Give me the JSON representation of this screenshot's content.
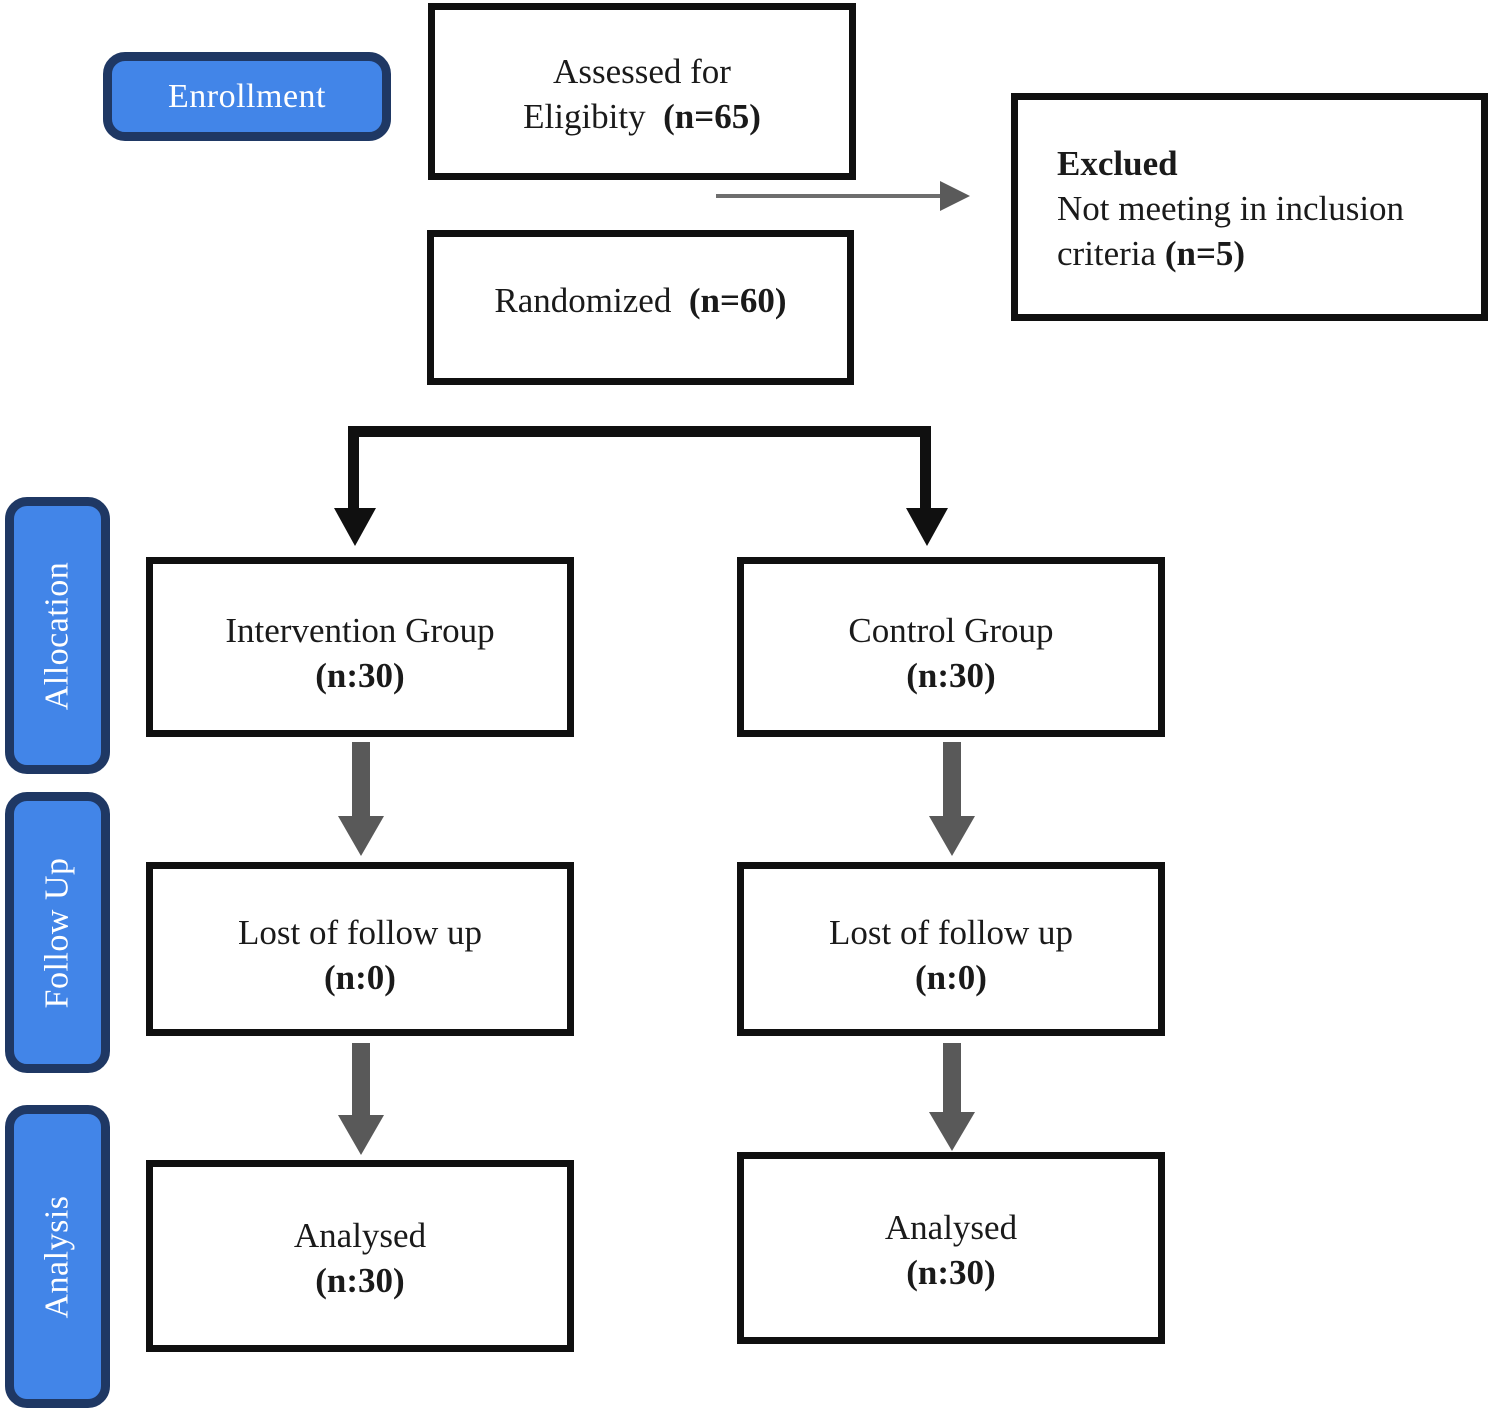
{
  "diagram": {
    "title": "CONSORT participant flow diagram",
    "colors": {
      "badge_fill": "#4285e8",
      "badge_border": "#1f3864",
      "badge_text": "#ffffff",
      "box_border": "#101010",
      "box_fill": "#ffffff",
      "box_text": "#1a1a1a",
      "arrow_black": "#101010",
      "arrow_gray": "#595959"
    }
  },
  "stages": {
    "enrollment": "Enrollment",
    "allocation": "Allocation",
    "follow_up": "Follow  Up",
    "analysis": "Analysis"
  },
  "boxes": {
    "assessed": {
      "line1": "Assessed for",
      "line2": "Eligibity",
      "count": "(n=65)"
    },
    "excluded": {
      "heading": "Exclued",
      "line1": "Not meeting  in inclusion",
      "line2": "criteria",
      "count": "(n=5)"
    },
    "randomized": {
      "line1": "Randomized",
      "count": "(n=60)"
    },
    "intervention_group": {
      "line1": "Intervention  Group",
      "count": "(n:30)"
    },
    "control_group": {
      "line1": "Control  Group",
      "count": "(n:30)"
    },
    "intervention_lost": {
      "line1": "Lost of follow  up",
      "count": "(n:0)"
    },
    "control_lost": {
      "line1": "Lost of follow  up",
      "count": "(n:0)"
    },
    "intervention_analysed": {
      "line1": "Analysed",
      "count": "(n:30)"
    },
    "control_analysed": {
      "line1": "Analysed",
      "count": "(n:30)"
    }
  }
}
